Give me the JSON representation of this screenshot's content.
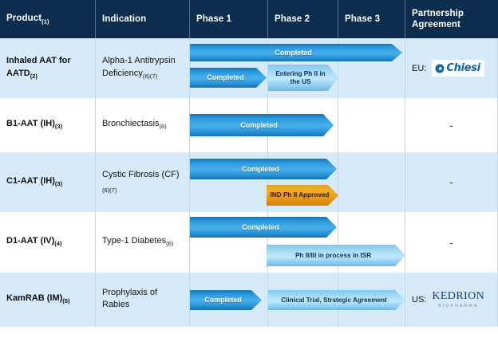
{
  "table": {
    "columns": [
      {
        "label": "Product",
        "note": "(1)",
        "key": "product"
      },
      {
        "label": "Indication",
        "note": "",
        "key": "indication"
      },
      {
        "label": "Phase 1",
        "note": "",
        "key": "phase1"
      },
      {
        "label": "Phase 2",
        "note": "",
        "key": "phase2"
      },
      {
        "label": "Phase 3",
        "note": "",
        "key": "phase3"
      },
      {
        "label": "Partnership Agreement",
        "note": "",
        "key": "partnership"
      }
    ],
    "rows": [
      {
        "product": "Inhaled AAT for AATD",
        "product_note": "(2)",
        "indication": "Alpha-1 Antitrypsin Deficiency",
        "indication_note": "(6)(7)",
        "partnership_region": "EU:",
        "partnership_logo": "chiesi-logo",
        "partnership_dash": "",
        "bars": [
          {
            "label": "Completed",
            "style": "dark"
          },
          {
            "label": "Completed",
            "style": "dark"
          },
          {
            "label": "Entering Ph II in the US",
            "style": "light"
          }
        ]
      },
      {
        "product": "B1-AAT (IH)",
        "product_note": "(3)",
        "indication": "Bronchiectasis",
        "indication_note": "(6)",
        "partnership_region": "",
        "partnership_logo": "",
        "partnership_dash": "-",
        "bars": [
          {
            "label": "Completed",
            "style": "dark"
          }
        ]
      },
      {
        "product": "C1-AAT (IH)",
        "product_note": "(3)",
        "indication": "Cystic Fibrosis (CF)",
        "indication_note": "(6)(7)",
        "partnership_region": "",
        "partnership_logo": "",
        "partnership_dash": "-",
        "bars": [
          {
            "label": "Completed",
            "style": "dark"
          },
          {
            "label": "IND Ph II Approved",
            "style": "orange"
          }
        ]
      },
      {
        "product": "D1-AAT (IV)",
        "product_note": "(4)",
        "indication": "Type-1 Diabetes",
        "indication_note": "(6)",
        "partnership_region": "",
        "partnership_logo": "",
        "partnership_dash": "-",
        "bars": [
          {
            "label": "Completed",
            "style": "dark"
          },
          {
            "label": "Ph II/III in process in ISR",
            "style": "light"
          }
        ]
      },
      {
        "product": "KamRAB (IM)",
        "product_note": "(5)",
        "indication": "Prophylaxis of Rabies",
        "indication_note": "",
        "partnership_region": "US:",
        "partnership_logo": "kedrion-logo",
        "partnership_dash": "",
        "bars": [
          {
            "label": "Completed",
            "style": "dark"
          },
          {
            "label": "Clinical Trial, Strategic Agreement",
            "style": "light"
          }
        ]
      }
    ]
  },
  "logos": {
    "chiesi": {
      "word": "Chiesi",
      "mark": "circle-arrow-icon"
    },
    "kedrion": {
      "word": "KEDRION",
      "tagline": "BIOPHARMA"
    }
  },
  "colors": {
    "header_bg": "#0d2d4e",
    "row_alt_bg": "#d6eafa",
    "bar_dark": "#2d9adf",
    "bar_light": "#a7dcf8",
    "bar_orange": "#e8991a",
    "chiesi_blue": "#0b63ad",
    "kedrion_blue": "#1c3f78"
  }
}
